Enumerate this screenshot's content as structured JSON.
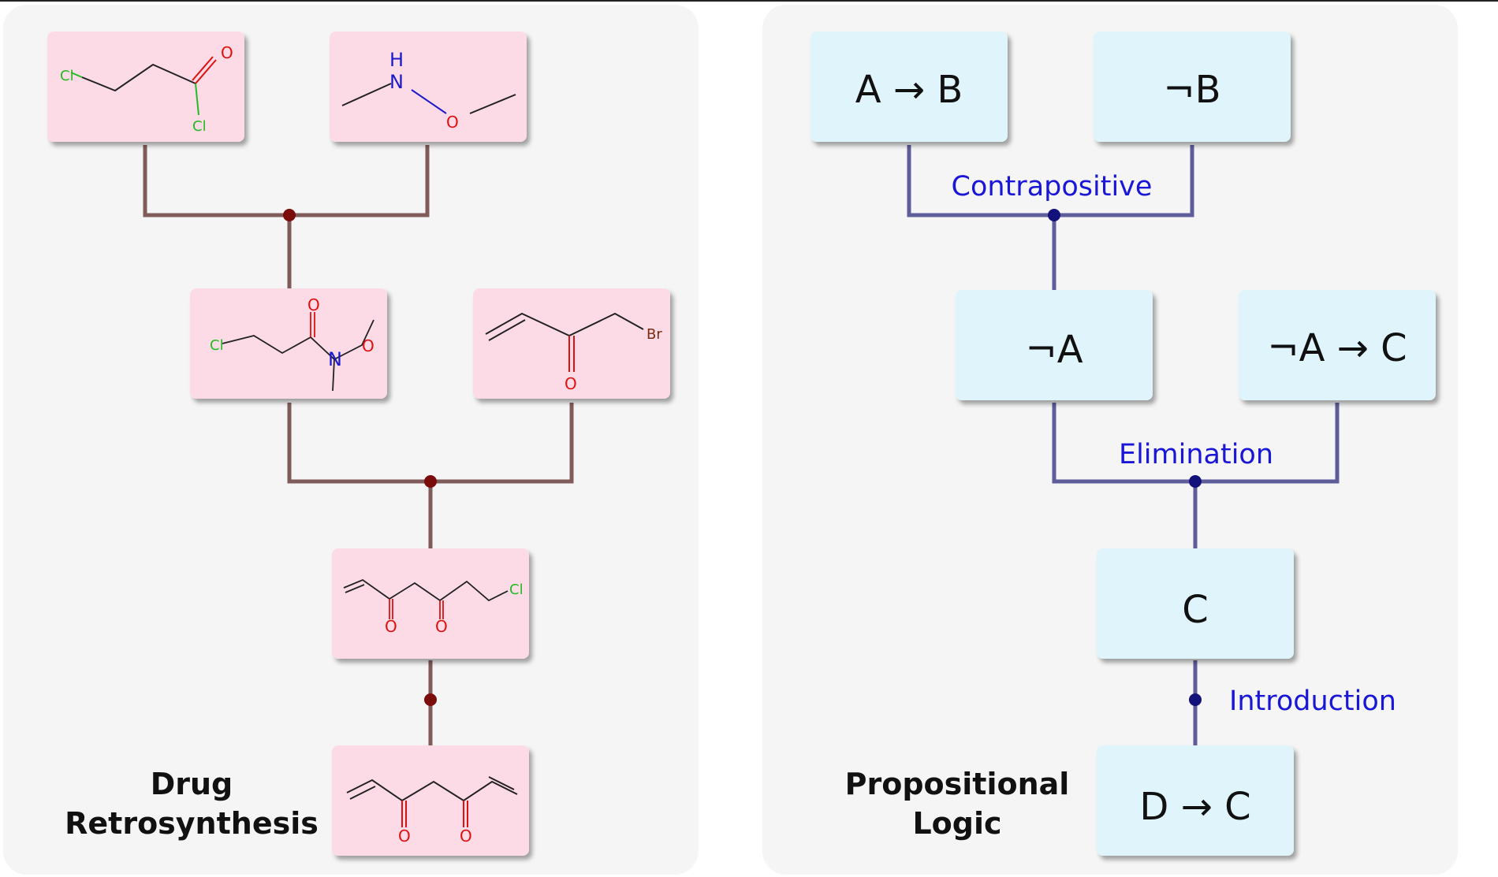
{
  "left_panel": {
    "title_line1": "Drug",
    "title_line2": "Retrosynthesis",
    "node_color": "#fddbe6",
    "connector_color": "#7f5b5a",
    "junction_color": "#7a0c0c",
    "nodes": [
      {
        "id": "acyl-chloride",
        "atoms": [
          "Cl",
          "O",
          "Cl"
        ]
      },
      {
        "id": "methoxyamine",
        "atoms": [
          "H",
          "N",
          "O"
        ]
      },
      {
        "id": "weinreb-amide",
        "atoms": [
          "Cl",
          "O",
          "N",
          "O"
        ]
      },
      {
        "id": "bromoketone",
        "atoms": [
          "Br",
          "O"
        ]
      },
      {
        "id": "chlorodiketone",
        "atoms": [
          "O",
          "O",
          "Cl"
        ]
      },
      {
        "id": "divinyl-diketone",
        "atoms": [
          "O",
          "O"
        ]
      }
    ]
  },
  "right_panel": {
    "title_line1": "Propositional",
    "title_line2": "Logic",
    "node_color": "#e0f4fb",
    "connector_color": "#5f5c9a",
    "junction_color": "#12127a",
    "rule_color": "#1a16d6",
    "nodes": [
      {
        "id": "a-implies-b",
        "label": "A → B"
      },
      {
        "id": "not-b",
        "label": "¬B"
      },
      {
        "id": "not-a",
        "label": "¬A"
      },
      {
        "id": "not-a-implies-c",
        "label": "¬A → C"
      },
      {
        "id": "c",
        "label": "C"
      },
      {
        "id": "d-implies-c",
        "label": "D → C"
      }
    ],
    "rules": [
      "Contrapositive",
      "Elimination",
      "Introduction"
    ]
  }
}
